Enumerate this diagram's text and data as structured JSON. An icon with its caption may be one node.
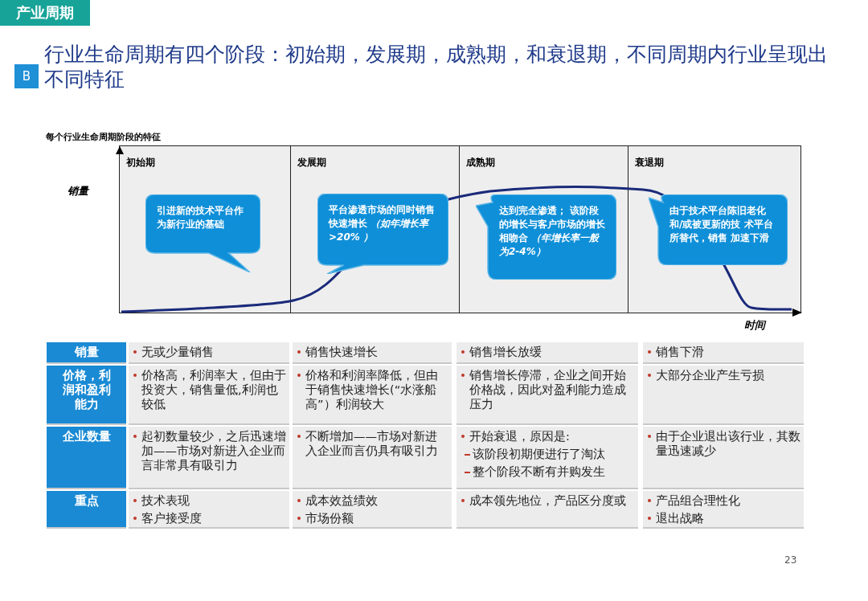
{
  "diagram": {
    "title": "行业生命周期有四个阶段：初始期，发展期，成熟期，和衰退期，不同周期内行业呈现出不同特征",
    "nodes": [
      {
        "text": [
          "初始期"
        ]
      },
      {
        "text": [
          "发展期"
        ]
      },
      {
        "text": [
          "成熟期"
        ]
      },
      {
        "text": [
          "衰退期"
        ]
      },
      {
        "text": [
          "引进新的技术平台作为新行业的基础"
        ],
        "in": 0
      },
      {
        "text": [
          "平台渗透市场的同时销售快速增长 *（如年增长率>20% ）*"
        ],
        "in": 1
      },
      {
        "text": [
          "达到完全渗透； 该阶段的增长与客户市场的增长相吻合 *（年增长率一般为2-4%）*"
        ],
        "in": 2
      },
      {
        "text": [
          "由于技术平台陈旧老化和/或被更新的技 术平台所替代，销售 加速下滑"
        ],
        "in": 3
      }
    ],
    "edges": [],
    "labels": [
      "产业周期",
      "B",
      "每个行业生命周期阶段的特征",
      "销量",
      "时间",
      "销量",
      "无或少量销售",
      "销售快速增长",
      "销售增长放缓",
      "销售下滑",
      "价格，利润和盈利能力",
      "价格高，利润率大，但由于投资大，销售量低,利润也较低",
      "价格和利润率降低，但由于销售快速增长(“水涨船高”）利润较大",
      "销售增长停滞，企业之间开始价格战，因此对盈利能力造成压力",
      "大部分企业产生亏损",
      "企业数量",
      "起初数量较少，之后迅速增加——市场对新进入企业而言非常具有吸引力",
      "不断增加——市场对新进入企业而言仍具有吸引力",
      "开始衰退，原因是:",
      "该阶段初期便进行了淘汰",
      "整个阶段不断有并购发生",
      "由于企业退出该行业，其数量迅速减少",
      "重点",
      "技术表现",
      "客户接受度",
      "成本效益绩效",
      "市场份额",
      "成本领先地位，产品区分度或",
      "产品组合理性化",
      "退出战略",
      "23"
    ]
  }
}
